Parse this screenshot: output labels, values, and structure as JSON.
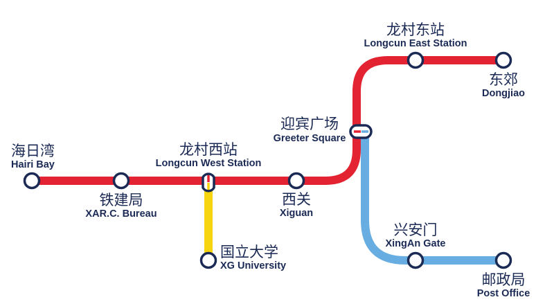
{
  "lines": {
    "red": {
      "color": "#e42332"
    },
    "yellow": {
      "color": "#f6d40e"
    },
    "blue": {
      "color": "#67ade1"
    }
  },
  "station_style": {
    "stroke": "#1b2a55",
    "fill": "#ffffff"
  },
  "stations": {
    "hairi_bay": {
      "cn": "海日湾",
      "en": "Hairi Bay"
    },
    "xarc_bureau": {
      "cn": "铁建局",
      "en": "XAR.C. Bureau"
    },
    "longcun_west": {
      "cn": "龙村西站",
      "en": "Longcun West Station"
    },
    "xiguan": {
      "cn": "西关",
      "en": "Xiguan"
    },
    "greeter_square": {
      "cn": "迎宾广场",
      "en": "Greeter Square"
    },
    "longcun_east": {
      "cn": "龙村东站",
      "en": "Longcun East Station"
    },
    "dongjiao": {
      "cn": "东郊",
      "en": "Dongjiao"
    },
    "xg_university": {
      "cn": "国立大学",
      "en": "XG University"
    },
    "xingan_gate": {
      "cn": "兴安门",
      "en": "XingAn Gate"
    },
    "post_office": {
      "cn": "邮政局",
      "en": "Post Office"
    }
  }
}
